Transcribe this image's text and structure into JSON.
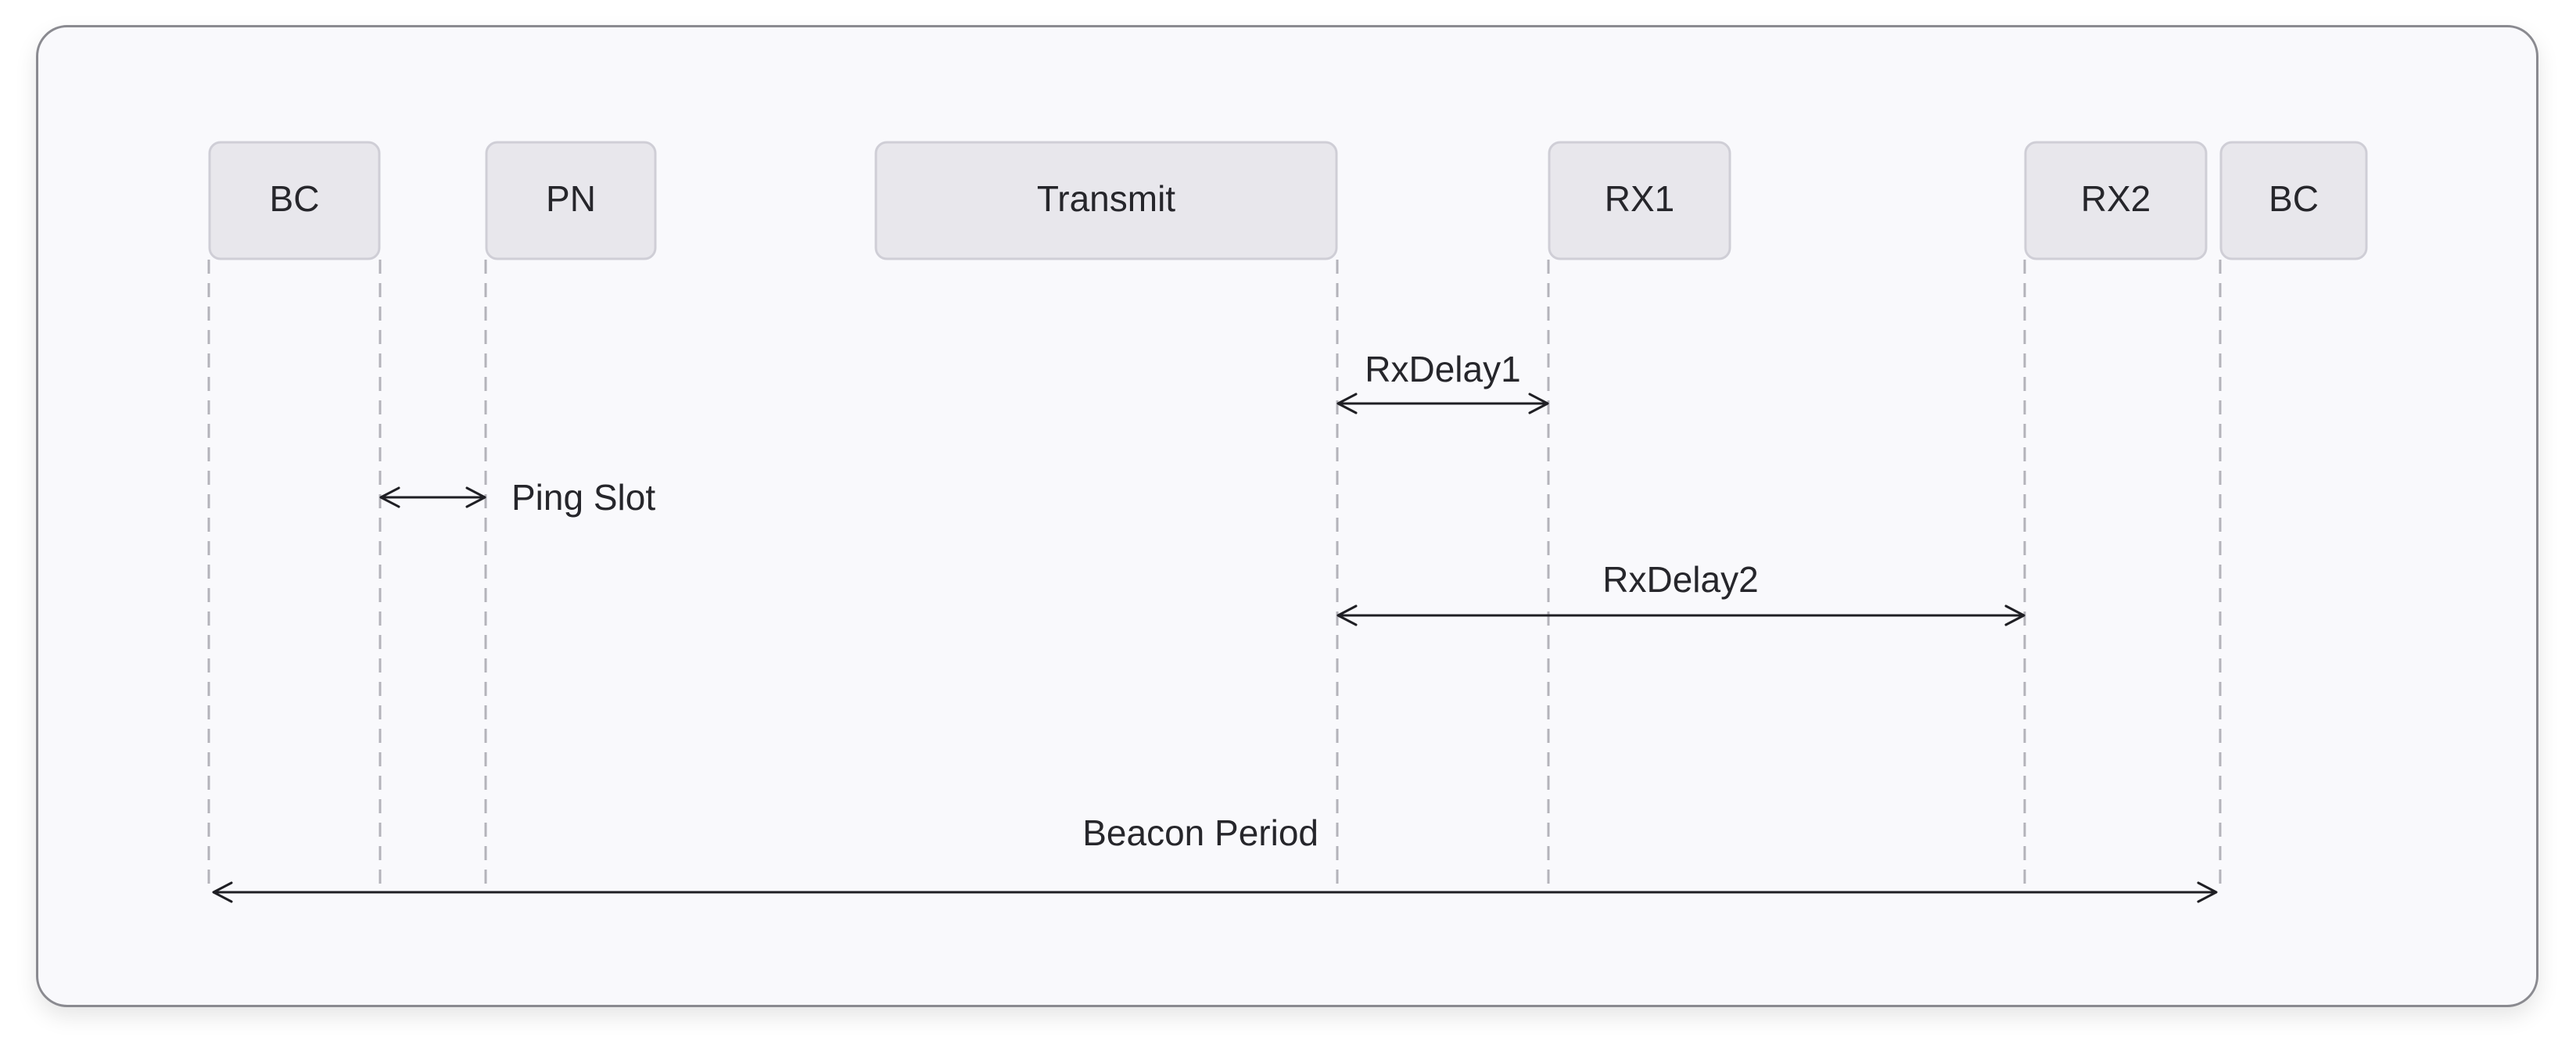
{
  "diagram": {
    "boxes": [
      {
        "id": "bc_start",
        "label": "BC"
      },
      {
        "id": "pn",
        "label": "PN"
      },
      {
        "id": "transmit",
        "label": "Transmit"
      },
      {
        "id": "rx1",
        "label": "RX1"
      },
      {
        "id": "rx2",
        "label": "RX2"
      },
      {
        "id": "bc_end",
        "label": "BC"
      }
    ],
    "intervals": [
      {
        "id": "ping_slot",
        "label": "Ping Slot",
        "from": "bc_start.end",
        "to": "pn.start"
      },
      {
        "id": "rx_delay_1",
        "label": "RxDelay1",
        "from": "transmit.end",
        "to": "rx1.start"
      },
      {
        "id": "rx_delay_2",
        "label": "RxDelay2",
        "from": "transmit.end",
        "to": "rx2.start"
      },
      {
        "id": "beacon_period",
        "label": "Beacon Period",
        "from": "bc_start.start",
        "to": "bc_end.start"
      }
    ]
  }
}
